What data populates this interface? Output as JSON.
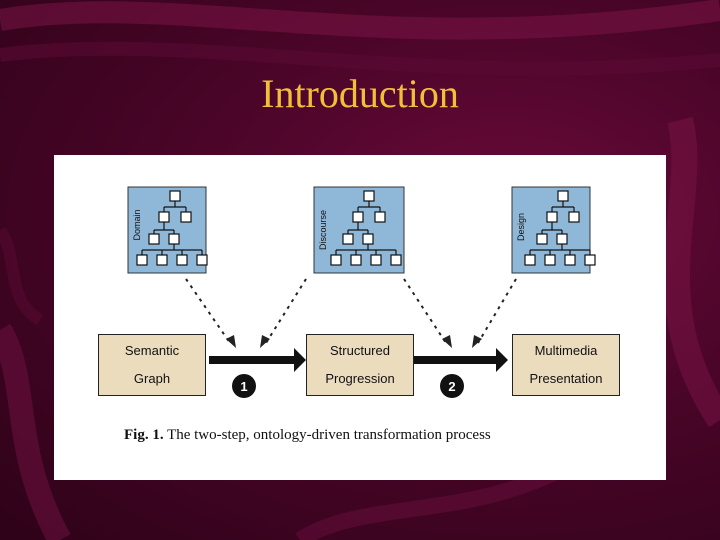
{
  "slide": {
    "title": "Introduction",
    "colors": {
      "background": "#4a0528",
      "title": "#f2c038",
      "ontology_box": "#8fb8d8",
      "step_box": "#ecdcbe"
    }
  },
  "figure": {
    "ontologies": [
      {
        "label": "Domain",
        "icon": "tree-hierarchy-icon"
      },
      {
        "label": "Discourse",
        "icon": "tree-hierarchy-icon"
      },
      {
        "label": "Design",
        "icon": "tree-hierarchy-icon"
      }
    ],
    "stages": [
      {
        "line1": "Semantic",
        "line2": "Graph"
      },
      {
        "line1": "Structured",
        "line2": "Progression"
      },
      {
        "line1": "Multimedia",
        "line2": "Presentation"
      }
    ],
    "steps": [
      "1",
      "2"
    ],
    "caption_fig": "Fig. 1.",
    "caption_text": " The two-step, ontology-driven transformation process"
  }
}
